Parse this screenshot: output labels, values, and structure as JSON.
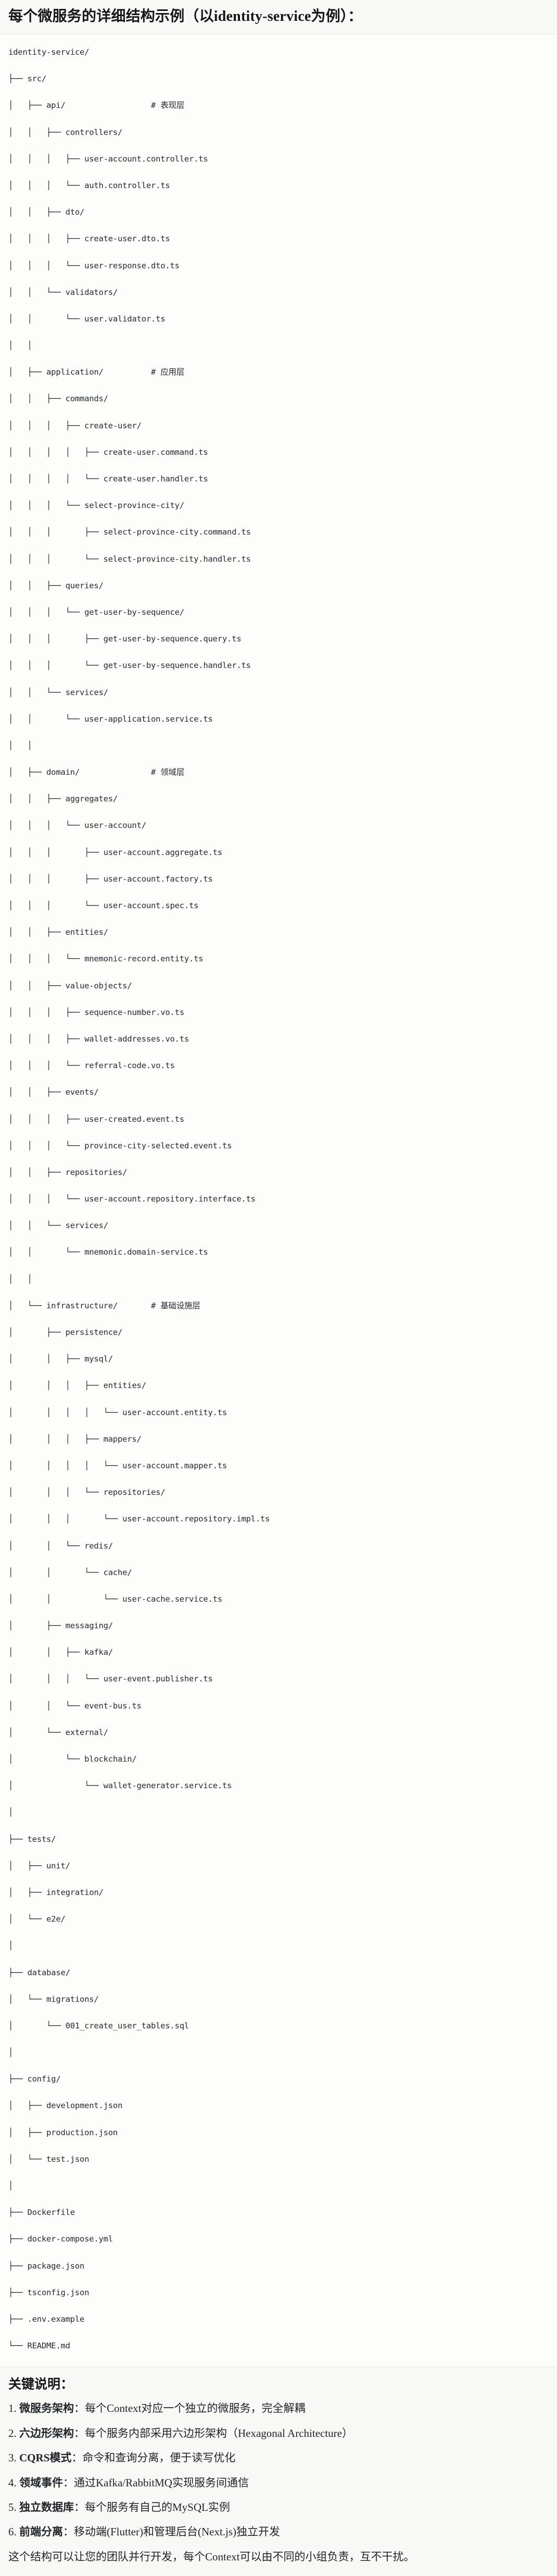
{
  "header": {
    "title": "每个微服务的详细结构示例（以identity-service为例）："
  },
  "tree": {
    "root": "identity-service/",
    "lines": [
      {
        "text": "identity-service/",
        "comment": ""
      },
      {
        "text": "├── src/",
        "comment": ""
      },
      {
        "text": "│   ├── api/",
        "comment": "# 表现层"
      },
      {
        "text": "│   │   ├── controllers/",
        "comment": ""
      },
      {
        "text": "│   │   │   ├── user-account.controller.ts",
        "comment": ""
      },
      {
        "text": "│   │   │   └── auth.controller.ts",
        "comment": ""
      },
      {
        "text": "│   │   ├── dto/",
        "comment": ""
      },
      {
        "text": "│   │   │   ├── create-user.dto.ts",
        "comment": ""
      },
      {
        "text": "│   │   │   └── user-response.dto.ts",
        "comment": ""
      },
      {
        "text": "│   │   └── validators/",
        "comment": ""
      },
      {
        "text": "│   │       └── user.validator.ts",
        "comment": ""
      },
      {
        "text": "│   │",
        "comment": ""
      },
      {
        "text": "│   ├── application/",
        "comment": "# 应用层"
      },
      {
        "text": "│   │   ├── commands/",
        "comment": ""
      },
      {
        "text": "│   │   │   ├── create-user/",
        "comment": ""
      },
      {
        "text": "│   │   │   │   ├── create-user.command.ts",
        "comment": ""
      },
      {
        "text": "│   │   │   │   └── create-user.handler.ts",
        "comment": ""
      },
      {
        "text": "│   │   │   └── select-province-city/",
        "comment": ""
      },
      {
        "text": "│   │   │       ├── select-province-city.command.ts",
        "comment": ""
      },
      {
        "text": "│   │   │       └── select-province-city.handler.ts",
        "comment": ""
      },
      {
        "text": "│   │   ├── queries/",
        "comment": ""
      },
      {
        "text": "│   │   │   └── get-user-by-sequence/",
        "comment": ""
      },
      {
        "text": "│   │   │       ├── get-user-by-sequence.query.ts",
        "comment": ""
      },
      {
        "text": "│   │   │       └── get-user-by-sequence.handler.ts",
        "comment": ""
      },
      {
        "text": "│   │   └── services/",
        "comment": ""
      },
      {
        "text": "│   │       └── user-application.service.ts",
        "comment": ""
      },
      {
        "text": "│   │",
        "comment": ""
      },
      {
        "text": "│   ├── domain/",
        "comment": "# 领域层"
      },
      {
        "text": "│   │   ├── aggregates/",
        "comment": ""
      },
      {
        "text": "│   │   │   └── user-account/",
        "comment": ""
      },
      {
        "text": "│   │   │       ├── user-account.aggregate.ts",
        "comment": ""
      },
      {
        "text": "│   │   │       ├── user-account.factory.ts",
        "comment": ""
      },
      {
        "text": "│   │   │       └── user-account.spec.ts",
        "comment": ""
      },
      {
        "text": "│   │   ├── entities/",
        "comment": ""
      },
      {
        "text": "│   │   │   └── mnemonic-record.entity.ts",
        "comment": ""
      },
      {
        "text": "│   │   ├── value-objects/",
        "comment": ""
      },
      {
        "text": "│   │   │   ├── sequence-number.vo.ts",
        "comment": ""
      },
      {
        "text": "│   │   │   ├── wallet-addresses.vo.ts",
        "comment": ""
      },
      {
        "text": "│   │   │   └── referral-code.vo.ts",
        "comment": ""
      },
      {
        "text": "│   │   ├── events/",
        "comment": ""
      },
      {
        "text": "│   │   │   ├── user-created.event.ts",
        "comment": ""
      },
      {
        "text": "│   │   │   └── province-city-selected.event.ts",
        "comment": ""
      },
      {
        "text": "│   │   ├── repositories/",
        "comment": ""
      },
      {
        "text": "│   │   │   └── user-account.repository.interface.ts",
        "comment": ""
      },
      {
        "text": "│   │   └── services/",
        "comment": ""
      },
      {
        "text": "│   │       └── mnemonic.domain-service.ts",
        "comment": ""
      },
      {
        "text": "│   │",
        "comment": ""
      },
      {
        "text": "│   └── infrastructure/",
        "comment": "# 基础设施层"
      },
      {
        "text": "│       ├── persistence/",
        "comment": ""
      },
      {
        "text": "│       │   ├── mysql/",
        "comment": ""
      },
      {
        "text": "│       │   │   ├── entities/",
        "comment": ""
      },
      {
        "text": "│       │   │   │   └── user-account.entity.ts",
        "comment": ""
      },
      {
        "text": "│       │   │   ├── mappers/",
        "comment": ""
      },
      {
        "text": "│       │   │   │   └── user-account.mapper.ts",
        "comment": ""
      },
      {
        "text": "│       │   │   └── repositories/",
        "comment": ""
      },
      {
        "text": "│       │   │       └── user-account.repository.impl.ts",
        "comment": ""
      },
      {
        "text": "│       │   └── redis/",
        "comment": ""
      },
      {
        "text": "│       │       └── cache/",
        "comment": ""
      },
      {
        "text": "│       │           └── user-cache.service.ts",
        "comment": ""
      },
      {
        "text": "│       ├── messaging/",
        "comment": ""
      },
      {
        "text": "│       │   ├── kafka/",
        "comment": ""
      },
      {
        "text": "│       │   │   └── user-event.publisher.ts",
        "comment": ""
      },
      {
        "text": "│       │   └── event-bus.ts",
        "comment": ""
      },
      {
        "text": "│       └── external/",
        "comment": ""
      },
      {
        "text": "│           └── blockchain/",
        "comment": ""
      },
      {
        "text": "│               └── wallet-generator.service.ts",
        "comment": ""
      },
      {
        "text": "│",
        "comment": ""
      },
      {
        "text": "├── tests/",
        "comment": ""
      },
      {
        "text": "│   ├── unit/",
        "comment": ""
      },
      {
        "text": "│   ├── integration/",
        "comment": ""
      },
      {
        "text": "│   └── e2e/",
        "comment": ""
      },
      {
        "text": "│",
        "comment": ""
      },
      {
        "text": "├── database/",
        "comment": ""
      },
      {
        "text": "│   └── migrations/",
        "comment": ""
      },
      {
        "text": "│       └── 001_create_user_tables.sql",
        "comment": ""
      },
      {
        "text": "│",
        "comment": ""
      },
      {
        "text": "├── config/",
        "comment": ""
      },
      {
        "text": "│   ├── development.json",
        "comment": ""
      },
      {
        "text": "│   ├── production.json",
        "comment": ""
      },
      {
        "text": "│   └── test.json",
        "comment": ""
      },
      {
        "text": "│",
        "comment": ""
      },
      {
        "text": "├── Dockerfile",
        "comment": ""
      },
      {
        "text": "├── docker-compose.yml",
        "comment": ""
      },
      {
        "text": "├── package.json",
        "comment": ""
      },
      {
        "text": "├── tsconfig.json",
        "comment": ""
      },
      {
        "text": "├── .env.example",
        "comment": ""
      },
      {
        "text": "└── README.md",
        "comment": ""
      }
    ],
    "comment_column": 30
  },
  "notes": {
    "title": "关键说明：",
    "items": [
      {
        "term": "微服务架构",
        "sep": "：",
        "desc": "每个Context对应一个独立的微服务，完全解耦"
      },
      {
        "term": "六边形架构",
        "sep": "：",
        "desc": "每个服务内部采用六边形架构（Hexagonal Architecture）"
      },
      {
        "term": "CQRS模式",
        "sep": "：",
        "desc": "命令和查询分离，便于读写优化"
      },
      {
        "term": "领域事件",
        "sep": "：",
        "desc": "通过Kafka/RabbitMQ实现服务间通信"
      },
      {
        "term": "独立数据库",
        "sep": "：",
        "desc": "每个服务有自己的MySQL实例"
      },
      {
        "term": "前端分离",
        "sep": "：",
        "desc": "移动端(Flutter)和管理后台(Next.js)独立开发"
      }
    ],
    "footer": "这个结构可以让您的团队并行开发，每个Context可以由不同的小组负责，互不干扰。"
  },
  "colors": {
    "header_bg": "#f8f8f6",
    "code_bg": "#fdfdfc",
    "text": "#1f2328",
    "divider": "#e6e6e2"
  }
}
